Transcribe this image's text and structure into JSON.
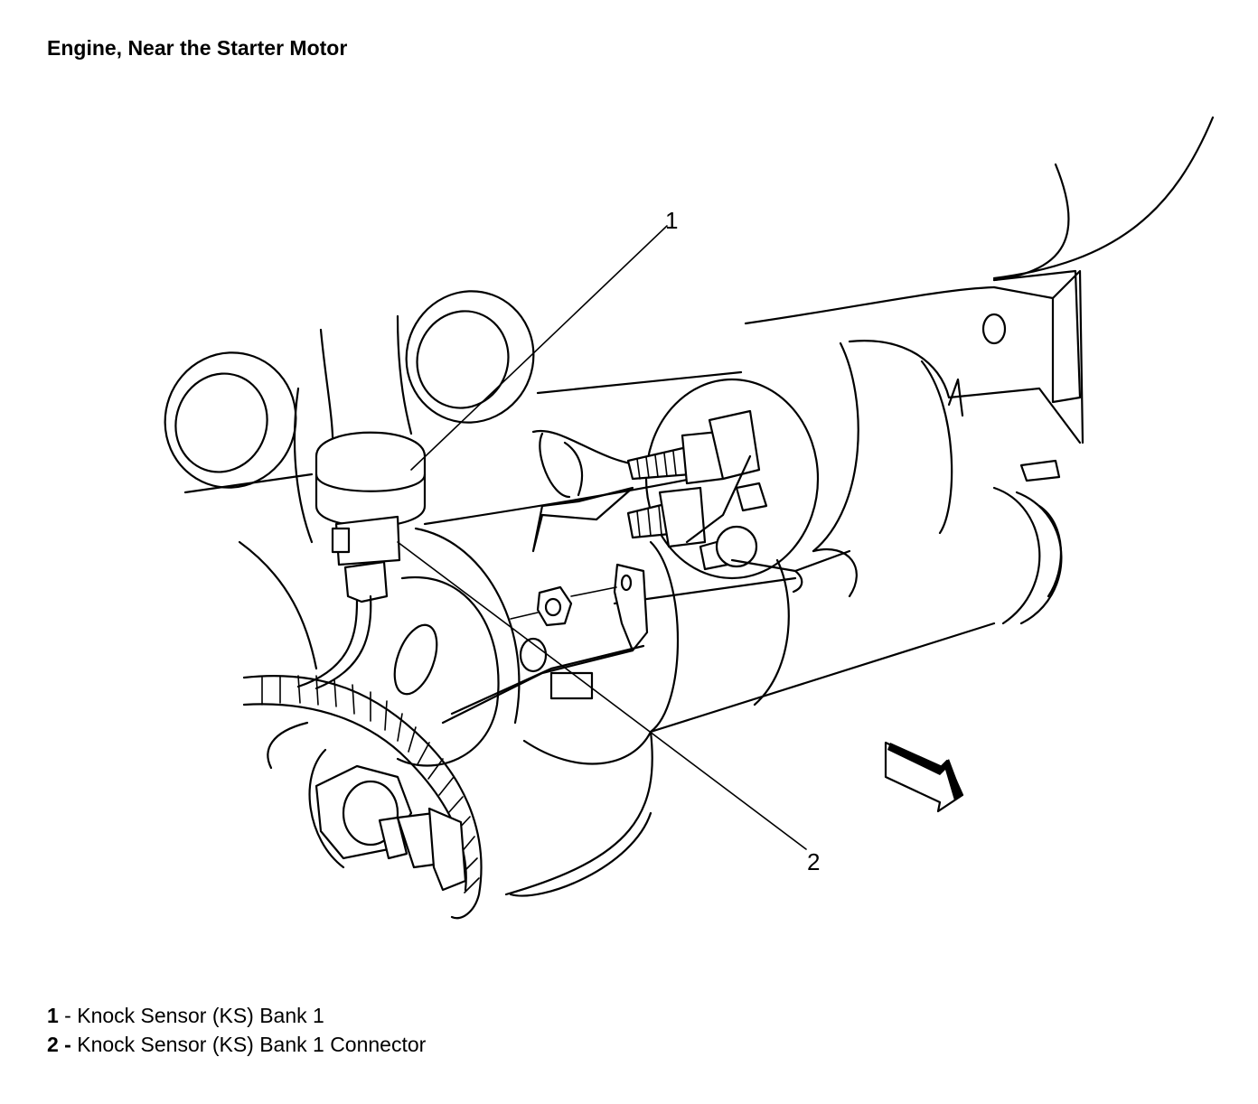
{
  "title": "Engine, Near the Starter Motor",
  "callouts": [
    {
      "number": "1"
    },
    {
      "number": "2"
    }
  ],
  "legend": [
    {
      "number": "1",
      "text": " - Knock Sensor (KS) Bank 1"
    },
    {
      "number": "2 -",
      "text": " Knock Sensor (KS) Bank 1 Connector"
    }
  ],
  "icons": [
    "front-direction-arrow-icon"
  ]
}
